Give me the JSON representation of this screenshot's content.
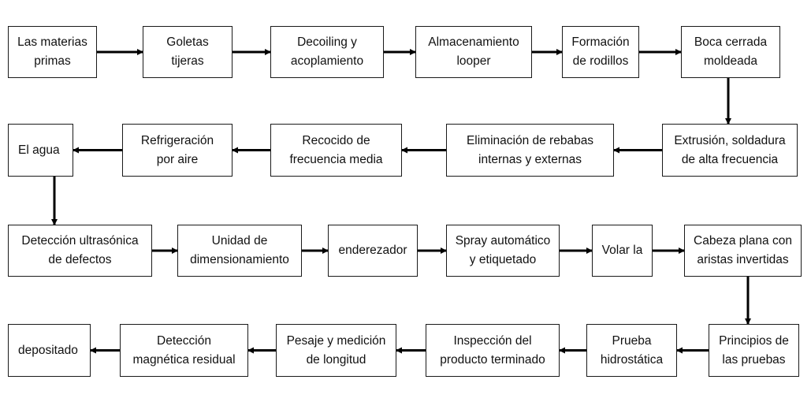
{
  "steps": [
    {
      "id": "s1",
      "label": "Las materias\nprimas"
    },
    {
      "id": "s2",
      "label": "Goletas\ntijeras"
    },
    {
      "id": "s3",
      "label": "Decoiling y\nacoplamiento"
    },
    {
      "id": "s4",
      "label": "Almacenamiento\nlooper"
    },
    {
      "id": "s5",
      "label": "Formación\nde rodillos"
    },
    {
      "id": "s6",
      "label": "Boca cerrada\nmoldeada"
    },
    {
      "id": "s7",
      "label": "Extrusión, soldadura\nde alta frecuencia"
    },
    {
      "id": "s8",
      "label": "Eliminación de rebabas\ninternas y externas"
    },
    {
      "id": "s9",
      "label": "Recocido de\nfrecuencia media"
    },
    {
      "id": "s10",
      "label": "Refrigeración\npor aire"
    },
    {
      "id": "s11",
      "label": "El agua"
    },
    {
      "id": "s12",
      "label": "Detección ultrasónica\nde defectos"
    },
    {
      "id": "s13",
      "label": "Unidad de\ndimensionamiento"
    },
    {
      "id": "s14",
      "label": "enderezador"
    },
    {
      "id": "s15",
      "label": "Spray automático\ny etiquetado"
    },
    {
      "id": "s16",
      "label": "Volar la"
    },
    {
      "id": "s17",
      "label": "Cabeza plana con\naristas invertidas"
    },
    {
      "id": "s18",
      "label": "Principios de\nlas pruebas"
    },
    {
      "id": "s19",
      "label": "Prueba\nhidrostática"
    },
    {
      "id": "s20",
      "label": "Inspección del\nproducto terminado"
    },
    {
      "id": "s21",
      "label": "Pesaje y medición\nde longitud"
    },
    {
      "id": "s22",
      "label": "Detección\nmagnética residual"
    },
    {
      "id": "s23",
      "label": "depositado"
    }
  ],
  "connections": [
    [
      "s1",
      "s2"
    ],
    [
      "s2",
      "s3"
    ],
    [
      "s3",
      "s4"
    ],
    [
      "s4",
      "s5"
    ],
    [
      "s5",
      "s6"
    ],
    [
      "s6",
      "s7"
    ],
    [
      "s7",
      "s8"
    ],
    [
      "s8",
      "s9"
    ],
    [
      "s9",
      "s10"
    ],
    [
      "s10",
      "s11"
    ],
    [
      "s11",
      "s12"
    ],
    [
      "s12",
      "s13"
    ],
    [
      "s13",
      "s14"
    ],
    [
      "s14",
      "s15"
    ],
    [
      "s15",
      "s16"
    ],
    [
      "s16",
      "s17"
    ],
    [
      "s17",
      "s18"
    ],
    [
      "s18",
      "s19"
    ],
    [
      "s19",
      "s20"
    ],
    [
      "s20",
      "s21"
    ],
    [
      "s21",
      "s22"
    ],
    [
      "s22",
      "s23"
    ]
  ]
}
